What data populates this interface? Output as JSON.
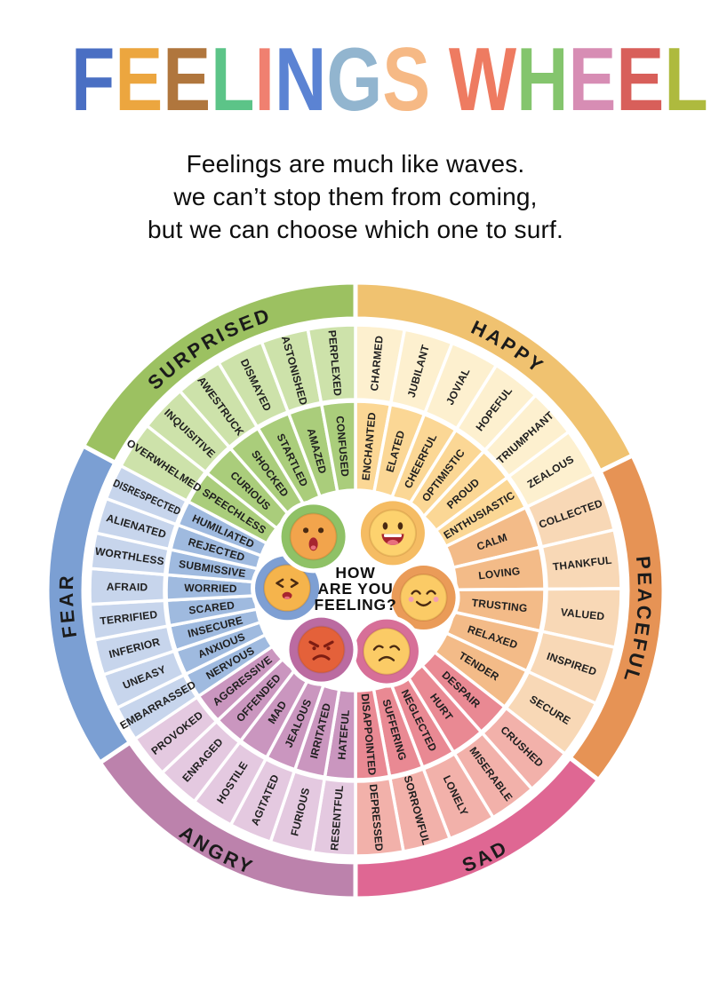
{
  "title": {
    "text": "FEELINGS WHEEL",
    "letters": [
      {
        "ch": "F",
        "color": "#4a6fc3"
      },
      {
        "ch": "E",
        "color": "#eca63f"
      },
      {
        "ch": "E",
        "color": "#b0763d"
      },
      {
        "ch": "L",
        "color": "#5cc488"
      },
      {
        "ch": "I",
        "color": "#f08070"
      },
      {
        "ch": "N",
        "color": "#5b83d3"
      },
      {
        "ch": "G",
        "color": "#92b5cf"
      },
      {
        "ch": "S",
        "color": "#f6b985"
      },
      {
        "ch": " ",
        "color": ""
      },
      {
        "ch": "W",
        "color": "#ee7b61"
      },
      {
        "ch": "H",
        "color": "#84c56d"
      },
      {
        "ch": "E",
        "color": "#d78db4"
      },
      {
        "ch": "E",
        "color": "#d85f5a"
      },
      {
        "ch": "L",
        "color": "#aeba3e"
      }
    ]
  },
  "quote": {
    "lines": [
      "Feelings are much like waves.",
      "we can’t stop them from coming,",
      "but we can choose which one to surf."
    ]
  },
  "center": {
    "lines": [
      "HOW",
      "ARE YOU",
      "FEELING?"
    ]
  },
  "wheel": {
    "sections": [
      {
        "id": "happy",
        "label": "HAPPY",
        "start": 0,
        "end": 64,
        "label_dir": "cw",
        "colors": {
          "band": "#f0c270",
          "middle": "#fdf0cf",
          "inner": "#fbd795"
        },
        "middle_words": [
          "CHARMED",
          "JUBILANT",
          "JOVIAL",
          "HOPEFUL",
          "TRIUMPHANT",
          "ZEALOUS"
        ],
        "inner_words": [
          "ENCHANTED",
          "ELATED",
          "CHEERFUL",
          "OPTIMISTIC",
          "PROUD",
          "ENTHUSIASTIC"
        ],
        "emoji": {
          "name": "happy-face",
          "angle": 33,
          "ring": "#f5bc63",
          "face": "#fdd26e",
          "type": "happy"
        }
      },
      {
        "id": "peaceful",
        "label": "PEACEFUL",
        "start": 64,
        "end": 128,
        "label_dir": "cw",
        "colors": {
          "band": "#e69355",
          "middle": "#f8d8b6",
          "inner": "#f3bb88"
        },
        "middle_words": [
          "COLLECTED",
          "THANKFUL",
          "VALUED",
          "INSPIRED",
          "SECURE"
        ],
        "inner_words": [
          "CALM",
          "LOVING",
          "TRUSTING",
          "RELAXED",
          "TENDER"
        ],
        "emoji": {
          "name": "peaceful-face",
          "angle": 96,
          "ring": "#ea9b58",
          "face": "#fbcb66",
          "type": "peaceful"
        }
      },
      {
        "id": "sad",
        "label": "SAD",
        "start": 128,
        "end": 180,
        "label_dir": "ccw",
        "colors": {
          "band": "#df6793",
          "middle": "#f2b1aa",
          "inner": "#e98993"
        },
        "middle_words": [
          "CRUSHED",
          "MISERABLE",
          "LONELY",
          "SORROWFUL",
          "DEPRESSED"
        ],
        "inner_words": [
          "DESPAIR",
          "HURT",
          "NEGLECTED",
          "SUFFERING",
          "DISAPPOINTED"
        ],
        "emoji": {
          "name": "sad-face",
          "angle": 153,
          "ring": "#d76f98",
          "face": "#fbcb66",
          "type": "sad"
        }
      },
      {
        "id": "angry",
        "label": "ANGRY",
        "start": 180,
        "end": 236,
        "label_dir": "ccw",
        "colors": {
          "band": "#bc82ac",
          "middle": "#e4c9e0",
          "inner": "#ca96bf"
        },
        "middle_words": [
          "RESENTFUL",
          "FURIOUS",
          "AGITATED",
          "HOSTILE",
          "ENRAGED",
          "PROVOKED"
        ],
        "inner_words": [
          "HATEFUL",
          "IRRITATED",
          "JEALOUS",
          "MAD",
          "OFFENDED",
          "AGGRESSIVE"
        ],
        "emoji": {
          "name": "angry-face",
          "angle": 210,
          "ring": "#bb6ba1",
          "face": "#e4613a",
          "type": "angry"
        }
      },
      {
        "id": "fear",
        "label": "FEAR",
        "start": 236,
        "end": 298,
        "label_dir": "cw",
        "colors": {
          "band": "#7b9fd3",
          "middle": "#c7d5ec",
          "inner": "#9fbadf"
        },
        "middle_words": [
          "EMBARRASSED",
          "UNEASY",
          "INFERIOR",
          "TERRIFIED",
          "AFRAID",
          "WORTHLESS",
          "ALIENATED",
          "DISRESPECTED"
        ],
        "inner_words": [
          "NERVOUS",
          "ANXIOUS",
          "INSECURE",
          "SCARED",
          "WORRIED",
          "SUBMISSIVE",
          "REJECTED",
          "HUMILIATED"
        ],
        "emoji": {
          "name": "fear-face",
          "angle": 272,
          "ring": "#7e9fd3",
          "face": "#f5b44c",
          "type": "fear"
        }
      },
      {
        "id": "surprised",
        "label": "SURPRISED",
        "start": 298,
        "end": 360,
        "label_dir": "cw",
        "colors": {
          "band": "#9cc161",
          "middle": "#cde2aa",
          "inner": "#aacd7b"
        },
        "middle_words": [
          "OVERWHELMED",
          "INQUISITIVE",
          "AWESTRUCK",
          "DISMAYED",
          "ASTONISHED",
          "PERPLEXED"
        ],
        "inner_words": [
          "SPEECHLESS",
          "CURIOUS",
          "SHOCKED",
          "STARTLED",
          "AMAZED",
          "CONFUSED"
        ],
        "emoji": {
          "name": "surprised-face",
          "angle": 322,
          "ring": "#8fc166",
          "face": "#f2a44c",
          "type": "surprised"
        }
      }
    ],
    "feature_colors": {
      "eyes": "#4a2a12",
      "mouth_red": "#a7252f",
      "tongue": "#e8707d",
      "teeth": "#ffffff",
      "angry_dark": "#7e1d12",
      "cheek": "#f29eb3"
    }
  }
}
